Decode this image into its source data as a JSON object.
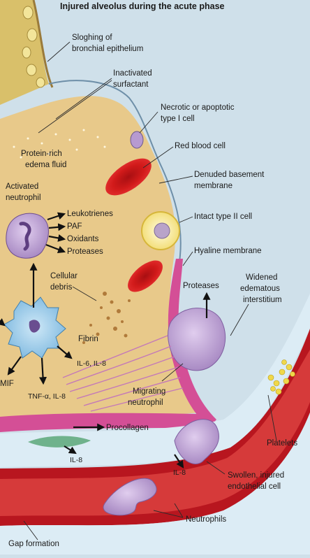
{
  "title": "Injured alveolus during the acute phase",
  "labels": {
    "sloughing": [
      "Sloghing of",
      "bronchial epithelium"
    ],
    "inactivated_surfactant": [
      "Inactivated",
      "surfactant"
    ],
    "necrotic_cell": [
      "Necrotic or apoptotic",
      "type I cell"
    ],
    "red_blood_cell": "Red blood cell",
    "protein_edema": [
      "Protein-rich",
      "edema fluid"
    ],
    "denuded_membrane": [
      "Denuded basement",
      "membrane"
    ],
    "activated_neutrophil": [
      "Activated",
      "neutrophil"
    ],
    "leukotrienes": "Leukotrienes",
    "paf": "PAF",
    "oxidants": "Oxidants",
    "proteases_left": "Proteases",
    "intact_type2": "Intact type II cell",
    "hyaline_membrane": "Hyaline membrane",
    "cellular_debris": [
      "Cellular",
      "debris"
    ],
    "proteases_right": "Proteases",
    "widened_interstitium": [
      "Widened",
      "edematous",
      "interstitium"
    ],
    "fibrin": "Fibrin",
    "il6_il8": "IL-6, IL-8",
    "mif": "MIF",
    "tnf_il8": "TNF-α, IL-8",
    "migrating_neutrophil": [
      "Migrating",
      "neutrophil"
    ],
    "procollagen": "Procollagen",
    "platelets": "Platelets",
    "il8_left": "IL-8",
    "il8_vessel": "IL-8",
    "swollen_cell": [
      "Swollen, injured",
      "endothelial cell"
    ],
    "neutrophils": "Neutrophils",
    "gap_formation": "Gap formation"
  },
  "colors": {
    "background": "#cfe0ea",
    "alveolar_fluid": "#e8c98a",
    "hyaline": "#d44f96",
    "vessel": "#b8161f",
    "neutrophil": "#b79ad0",
    "macrophage": "#8fc4e6",
    "rbc": "#d11a1a"
  }
}
